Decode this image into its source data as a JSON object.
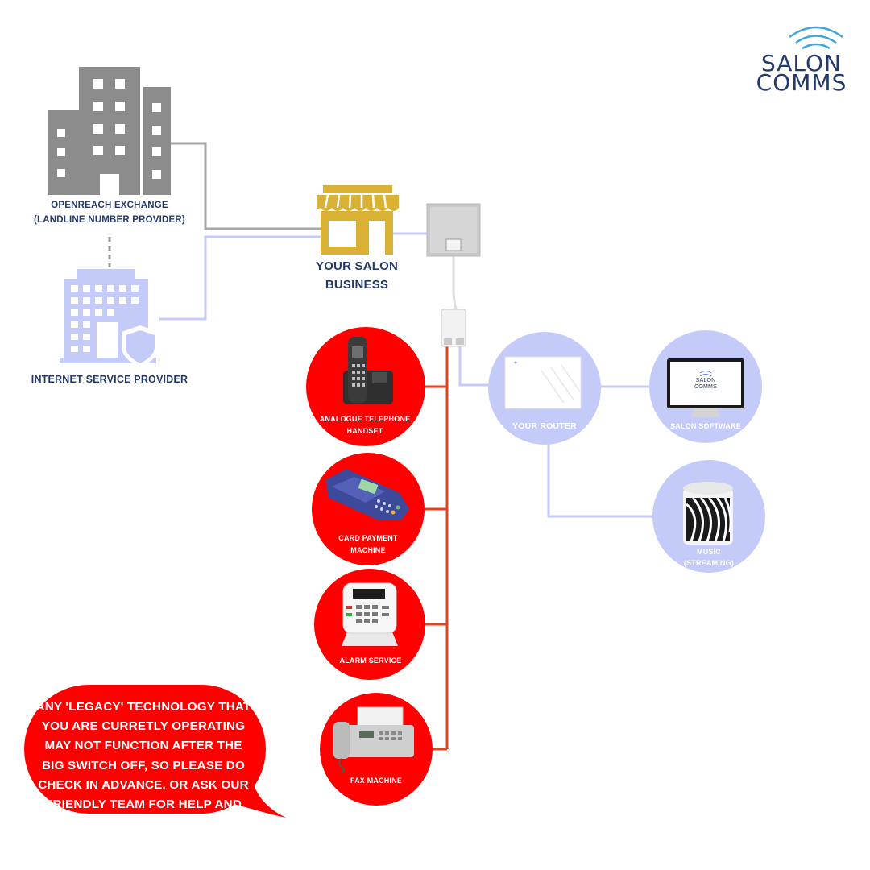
{
  "logo": {
    "line1": "SALON",
    "line2": "COMMS"
  },
  "exchange": {
    "line1": "OPENREACH EXCHANGE",
    "line2": "(LANDLINE NUMBER PROVIDER)"
  },
  "isp": {
    "label": "INTERNET SERVICE PROVIDER"
  },
  "salon": {
    "line1": "YOUR SALON",
    "line2": "BUSINESS"
  },
  "devices": {
    "analogue": {
      "line1": "ANALOGUE TELEPHONE",
      "line2": "HANDSET"
    },
    "card": {
      "line1": "CARD PAYMENT",
      "line2": "MACHINE"
    },
    "alarm": {
      "label": "ALARM SERVICE"
    },
    "fax": {
      "label": "FAX MACHINE"
    }
  },
  "router": {
    "label": "YOUR ROUTER"
  },
  "software": {
    "label": "SALON SOFTWARE",
    "screen_line1": "SALON",
    "screen_line2": "COMMS"
  },
  "music": {
    "line1": "MUSIC",
    "line2": "(STREAMING)"
  },
  "bubble": {
    "text": "ANY 'LEGACY' TECHNOLOGY THAT YOU ARE CURRETLY OPERATING MAY NOT FUNCTION AFTER THE BIG SWITCH OFF, SO PLEASE DO CHECK IN ADVANCE, OR ASK OUR FRIENDLY TEAM FOR HELP AND ADVICE."
  },
  "colors": {
    "navy": "#243a6b",
    "red": "#ff0000",
    "legacy_line": "#e8401c",
    "lavender": "#c5cbf8",
    "grey_line": "#a6a6a6",
    "building_grey": "#8c8c8c",
    "shop_gold": "#d9b235"
  }
}
